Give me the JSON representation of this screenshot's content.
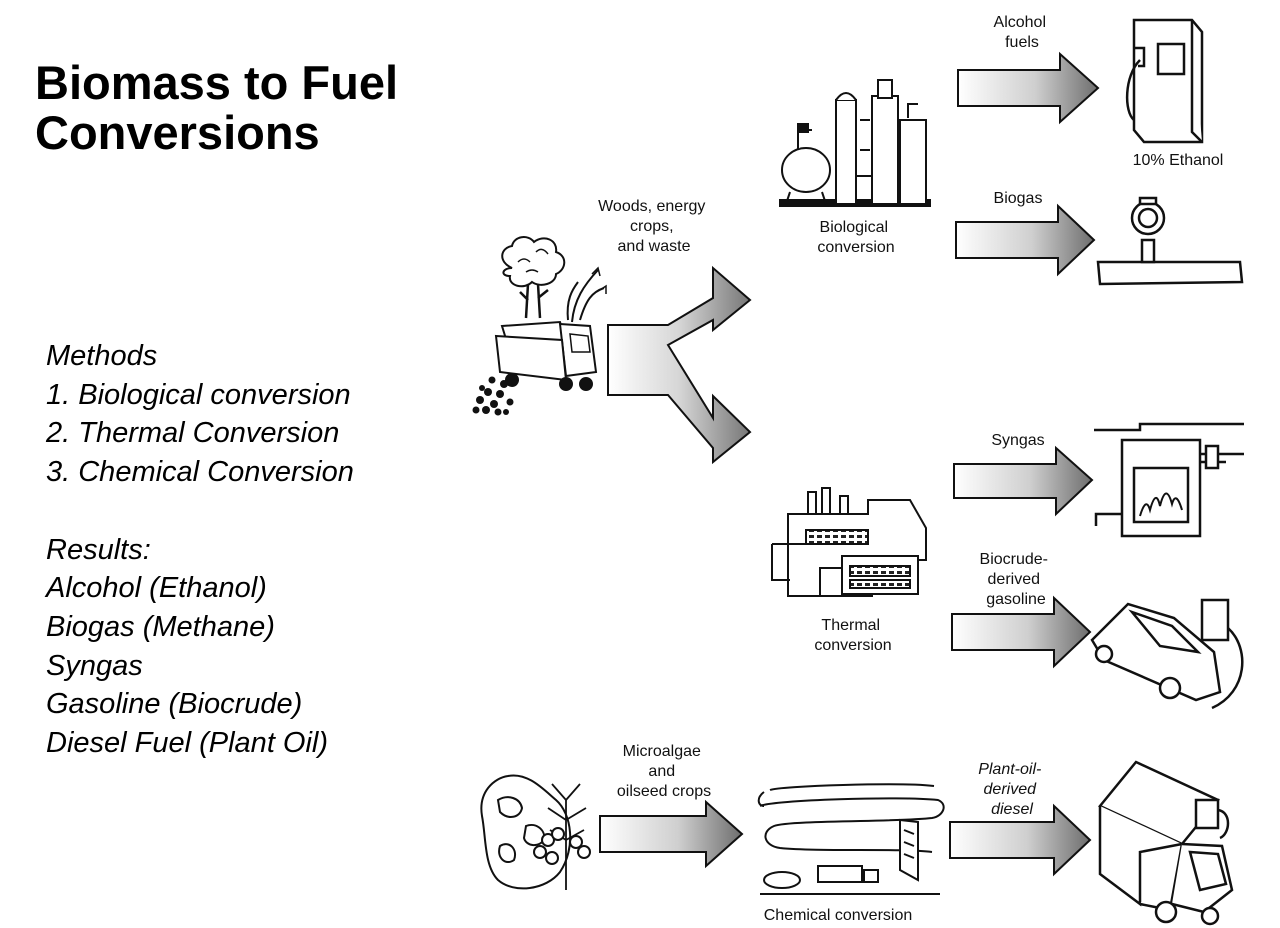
{
  "title": {
    "line1": "Biomass to Fuel",
    "line2": "Conversions"
  },
  "methods": {
    "heading": "Methods",
    "items": [
      "1. Biological conversion",
      "2. Thermal Conversion",
      "3. Chemical Conversion"
    ]
  },
  "results": {
    "heading": "Results:",
    "items": [
      "Alcohol (Ethanol)",
      "Biogas (Methane)",
      "Syngas",
      "Gasoline (Biocrude)",
      "Diesel Fuel (Plant Oil)"
    ]
  },
  "diagram": {
    "source_label": [
      "Woods, energy",
      "crops,",
      "and waste"
    ],
    "biological_label": [
      "Biological",
      "conversion"
    ],
    "alcohol_label": [
      "Alcohol",
      "fuels"
    ],
    "ethanol_label": "10% Ethanol",
    "biogas_label": "Biogas",
    "syngas_label": "Syngas",
    "thermal_label": [
      "Thermal",
      "conversion"
    ],
    "biocrude_label": [
      "Biocrude-",
      "derived",
      "gasoline"
    ],
    "microalgae_label": [
      "Microalgae",
      "and",
      "oilseed crops"
    ],
    "chemical_label": "Chemical conversion",
    "plantoil_label": [
      "Plant-oil-",
      "derived",
      "diesel"
    ]
  }
}
